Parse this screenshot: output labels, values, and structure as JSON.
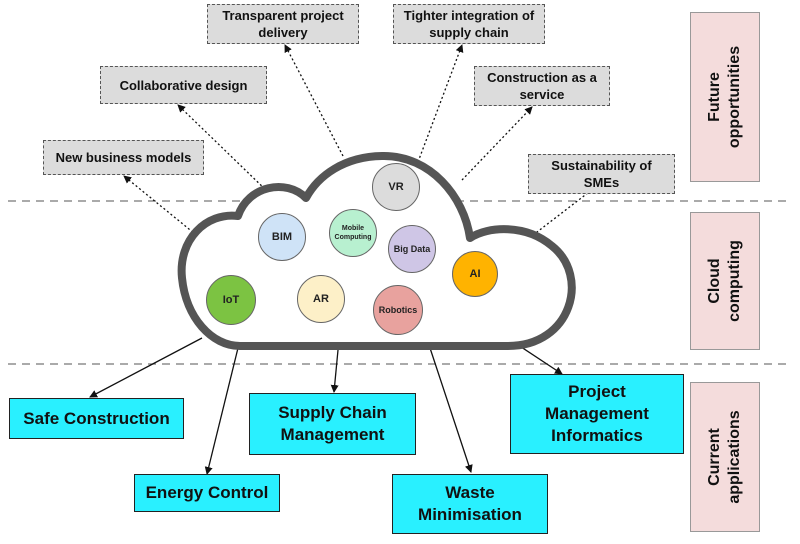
{
  "future_opportunities": [
    {
      "id": "new-business-models",
      "label": "New business models"
    },
    {
      "id": "collaborative-design",
      "label": "Collaborative design"
    },
    {
      "id": "transparent-project-delivery",
      "label": "Transparent project delivery"
    },
    {
      "id": "tighter-integration",
      "label": "Tighter integration of supply chain"
    },
    {
      "id": "construction-as-service",
      "label": "Construction as a service"
    },
    {
      "id": "sustainability-smes",
      "label": "Sustainability of SMEs"
    }
  ],
  "cloud_technologies": [
    {
      "id": "vr",
      "label": "VR",
      "color": "#dcdcdc"
    },
    {
      "id": "bim",
      "label": "BIM",
      "color": "#cfe3f7"
    },
    {
      "id": "mobile-computing",
      "label": "Mobile Computing",
      "color": "#b8f0d0"
    },
    {
      "id": "big-data",
      "label": "Big Data",
      "color": "#cfc6e6"
    },
    {
      "id": "ai",
      "label": "AI",
      "color": "#ffb300"
    },
    {
      "id": "iot",
      "label": "IoT",
      "color": "#7cc342"
    },
    {
      "id": "ar",
      "label": "AR",
      "color": "#fdf0c8"
    },
    {
      "id": "robotics",
      "label": "Robotics",
      "color": "#e8a29e"
    }
  ],
  "current_applications": [
    {
      "id": "safe-construction",
      "label": "Safe Construction"
    },
    {
      "id": "energy-control",
      "label": "Energy Control"
    },
    {
      "id": "supply-chain-management",
      "label": "Supply Chain Management"
    },
    {
      "id": "waste-minimisation",
      "label": "Waste Minimisation"
    },
    {
      "id": "project-management-informatics",
      "label": "Project Management Informatics"
    }
  ],
  "side_labels": {
    "future": "Future\nopportunities",
    "cloud": "Cloud\ncomputing",
    "current": "Current\napplications"
  },
  "colors": {
    "opportunity_fill": "#dcdcdc",
    "application_fill": "#29f0ff",
    "side_fill": "#f4dcdc",
    "cloud_outline": "#555555"
  }
}
